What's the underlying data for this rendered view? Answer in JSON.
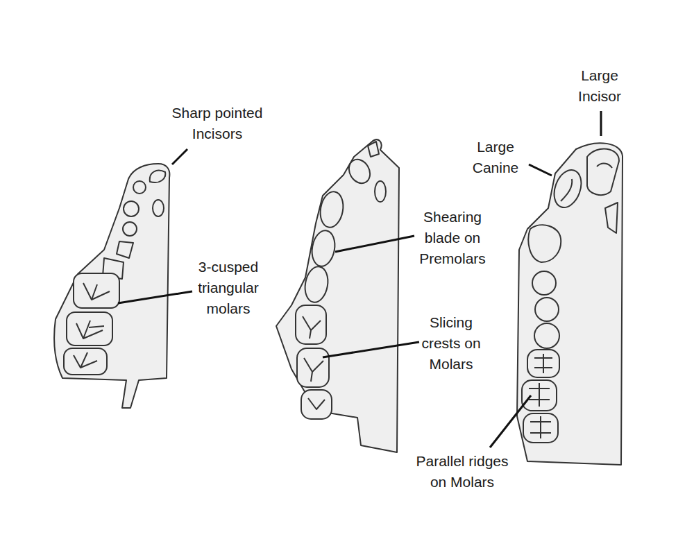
{
  "diagram": {
    "labels": [
      "Sharp pointed Incisors",
      "3-cusped triangular molars",
      "Shearing blade on Premolars",
      "Slicing crests on Molars",
      "Large Incisor",
      "Large Canine",
      "Parallel ridges on Molars"
    ]
  }
}
